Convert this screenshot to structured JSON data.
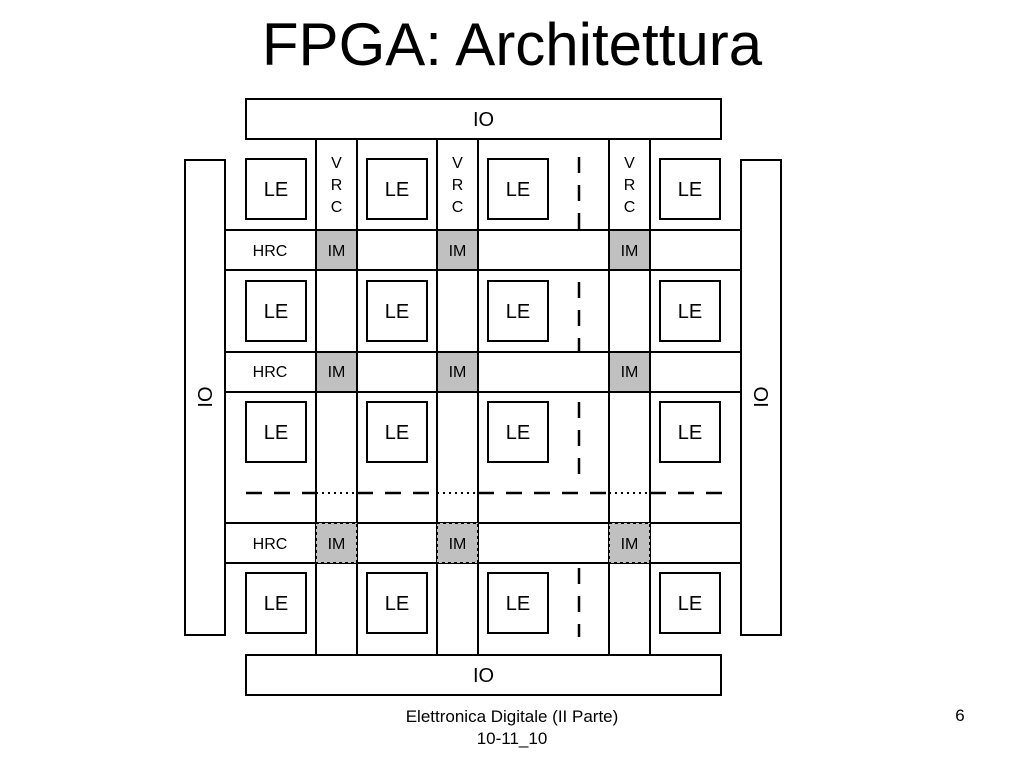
{
  "slide": {
    "title": "FPGA: Architettura",
    "footer_line1": "Elettronica Digitale (II Parte)",
    "footer_line2": "10-11_10",
    "page_number": "6"
  },
  "diagram": {
    "io_label": "IO",
    "le_label": "LE",
    "hrc_label": "HRC",
    "im_label": "IM",
    "vrc_letters": [
      "V",
      "R",
      "C"
    ],
    "colors": {
      "stroke": "#000000",
      "im_fill": "#c0c0c0",
      "background": "#ffffff"
    }
  }
}
